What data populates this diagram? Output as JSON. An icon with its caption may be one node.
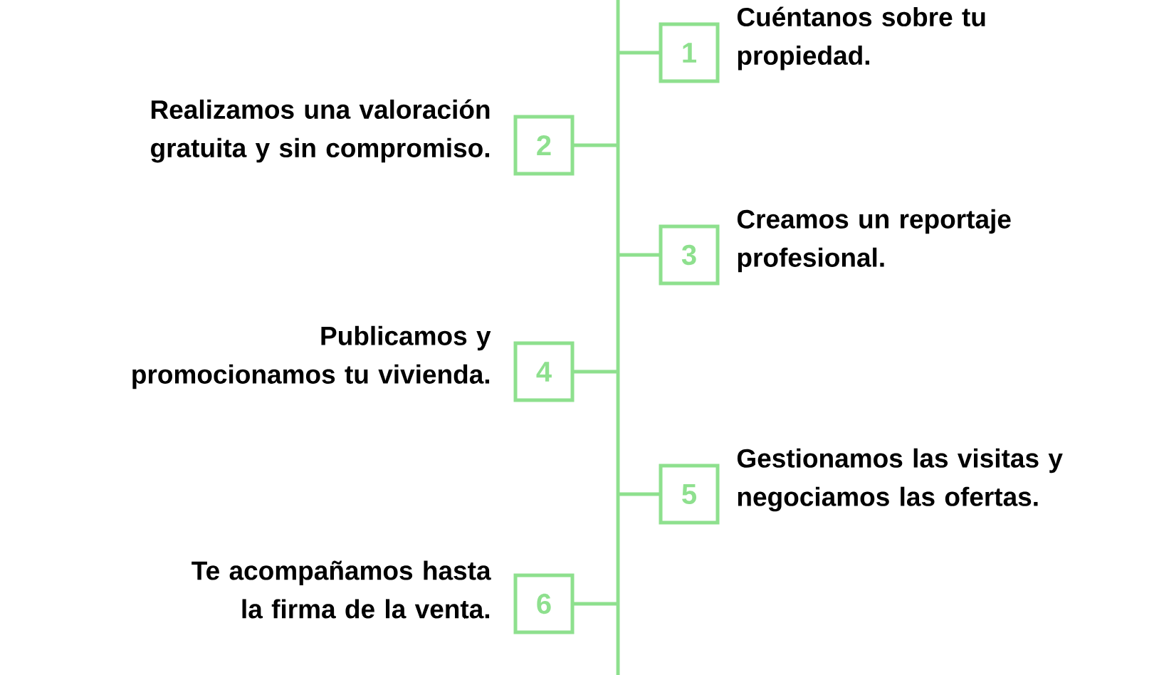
{
  "diagram": {
    "nodes": [
      {
        "text": [
          "1"
        ],
        "beside": [
          "Cuéntanos sobre tu propiedad."
        ]
      },
      {
        "text": [
          "2"
        ],
        "beside": [
          "Realizamos una valoración gratuita y sin compromiso."
        ]
      },
      {
        "text": [
          "3"
        ],
        "beside": [
          "Creamos un reportaje profesional."
        ]
      },
      {
        "text": [
          "4"
        ],
        "beside": [
          "Publicamos y promocionamos tu vivienda."
        ]
      },
      {
        "text": [
          "5"
        ],
        "beside": [
          "Gestionamos las visitas y negociamos las ofertas."
        ]
      },
      {
        "text": [
          "6"
        ],
        "beside": [
          "Te acompañamos hasta la firma de la venta."
        ]
      }
    ]
  }
}
